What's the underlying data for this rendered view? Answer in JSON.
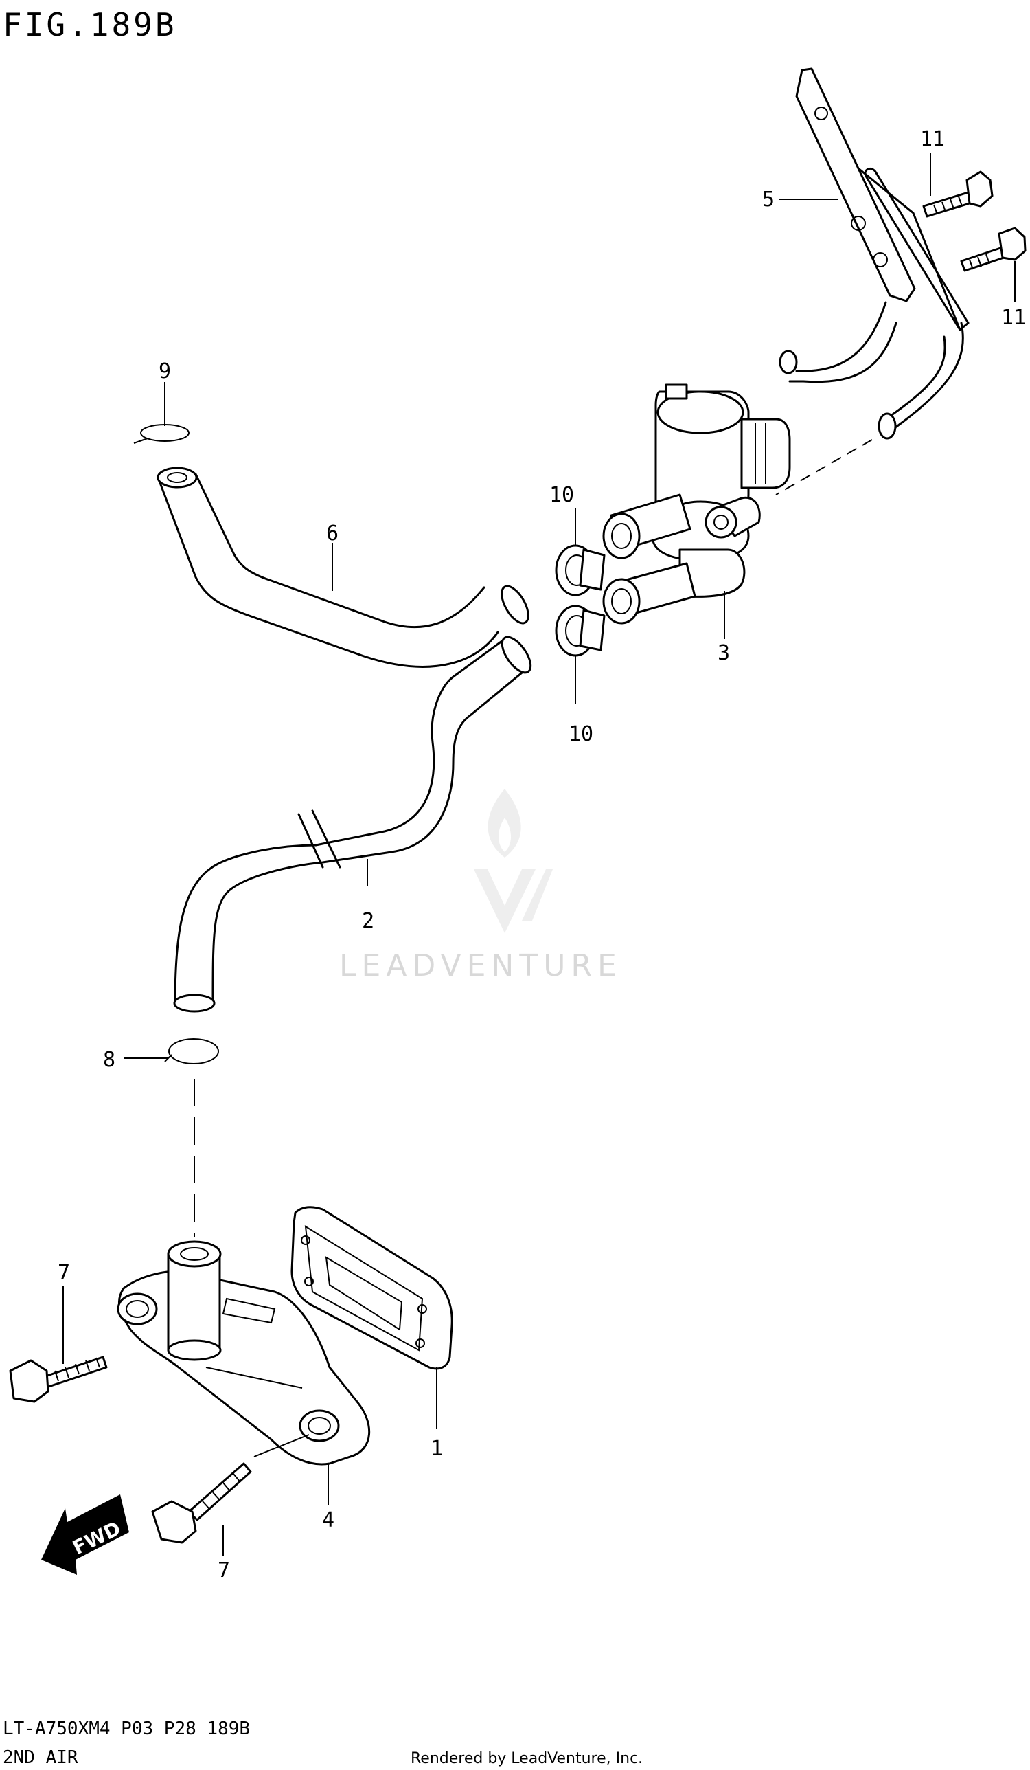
{
  "header": {
    "figure_title": "FIG.189B"
  },
  "watermark": {
    "brand": "LEADVENTURE"
  },
  "callouts": {
    "p1": "1",
    "p2": "2",
    "p3": "3",
    "p4": "4",
    "p5": "5",
    "p6": "6",
    "p7_top": "7",
    "p7_bottom": "7",
    "p8": "8",
    "p9": "9",
    "p10_top": "10",
    "p10_bottom": "10",
    "p11_top": "11",
    "p11_bottom": "11"
  },
  "badges": {
    "fwd": "FWD"
  },
  "footer": {
    "model_code": "LT-A750XM4_P03_P28_189B",
    "section_name": "2ND AIR",
    "rendered_by": "Rendered by LeadVenture, Inc."
  },
  "icons": [
    "fwd-arrow-icon",
    "leadventure-logo-icon"
  ]
}
